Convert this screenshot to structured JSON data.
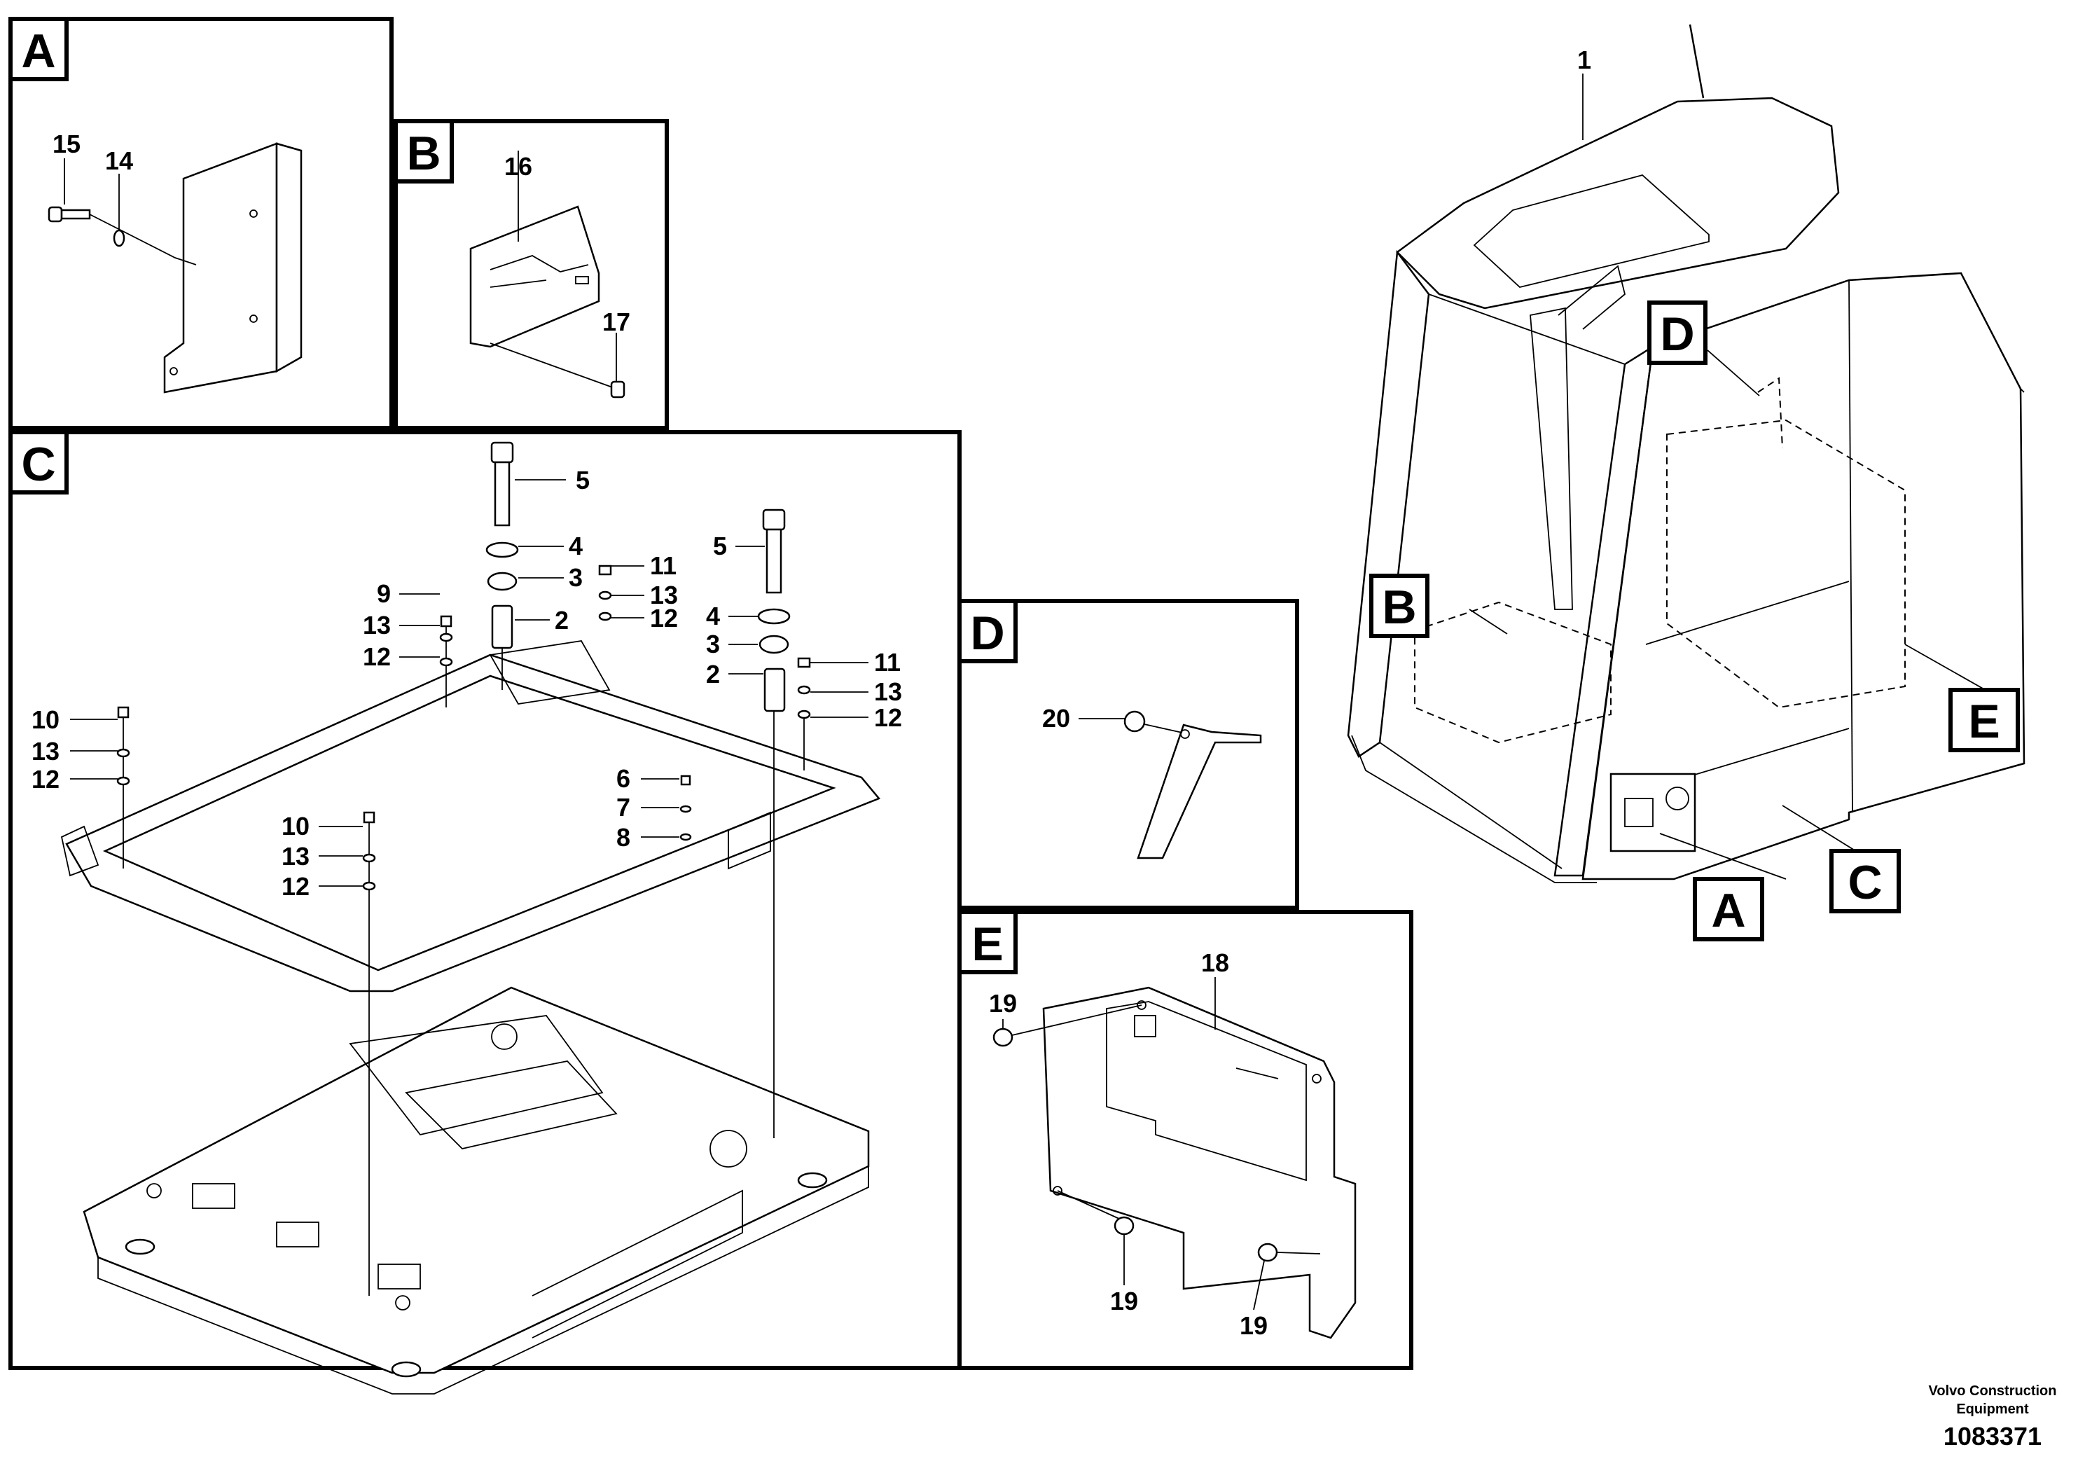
{
  "panels": {
    "A": {
      "label": "A"
    },
    "B": {
      "label": "B"
    },
    "C": {
      "label": "C"
    },
    "D": {
      "label": "D"
    },
    "E": {
      "label": "E"
    }
  },
  "overview_callouts": [
    "A",
    "B",
    "C",
    "D",
    "E"
  ],
  "part_numbers": {
    "p1": "1",
    "p2a": "2",
    "p2b": "2",
    "p3a": "3",
    "p3b": "3",
    "p4a": "4",
    "p4b": "4",
    "p5a": "5",
    "p5b": "5",
    "p6": "6",
    "p7": "7",
    "p8": "8",
    "p9": "9",
    "p10a": "10",
    "p10b": "10",
    "p11a": "11",
    "p11b": "11",
    "p12a": "12",
    "p12b": "12",
    "p12c": "12",
    "p12d": "12",
    "p12e": "12",
    "p13a": "13",
    "p13b": "13",
    "p13c": "13",
    "p13d": "13",
    "p13e": "13",
    "p14": "14",
    "p15": "15",
    "p16": "16",
    "p17": "17",
    "p18": "18",
    "p19a": "19",
    "p19b": "19",
    "p19c": "19",
    "p20": "20"
  },
  "footer": {
    "company_line1": "Volvo Construction",
    "company_line2": "Equipment",
    "drawing_number": "1083371"
  }
}
